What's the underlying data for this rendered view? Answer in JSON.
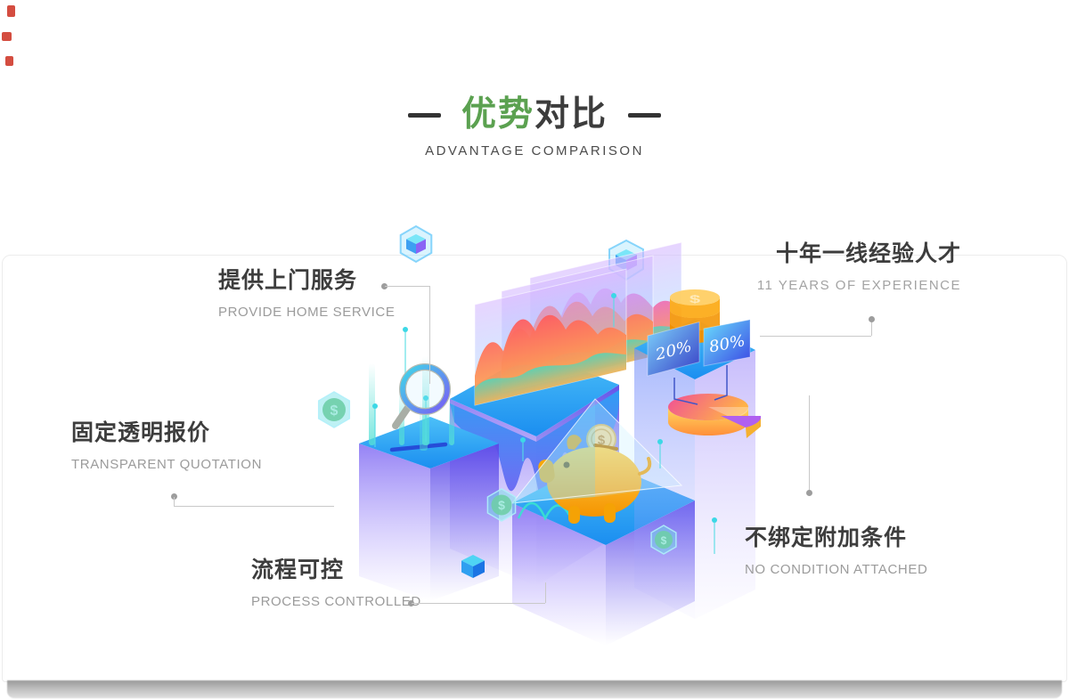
{
  "header": {
    "title_highlight": "优势",
    "title_rest": "对比",
    "subtitle": "ADVANTAGE  COMPARISON",
    "accent_green": "#5ba150"
  },
  "features": {
    "home_service": {
      "zh": "提供上门服务",
      "en": "PROVIDE HOME  SERVICE"
    },
    "experience": {
      "zh": "十年一线经验人才",
      "en": "11 YEARS OF EXPERIENCE"
    },
    "quotation": {
      "zh": "固定透明报价",
      "en": "TRANSPARENT  QUOTATION"
    },
    "process": {
      "zh": "流程可控",
      "en": "PROCESS CONTROLLED"
    },
    "no_condition": {
      "zh": "不绑定附加条件",
      "en": "NO CONDITION ATTACHED"
    }
  },
  "illustration": {
    "pie": {
      "small_label": "20%",
      "large_label": "80%"
    },
    "dollar": "$",
    "colors": {
      "cube_blue": "#2196f3",
      "cube_purple": "#6a5ae0",
      "coin_orange": "#f59b00",
      "teal": "#3fd6e8"
    }
  }
}
